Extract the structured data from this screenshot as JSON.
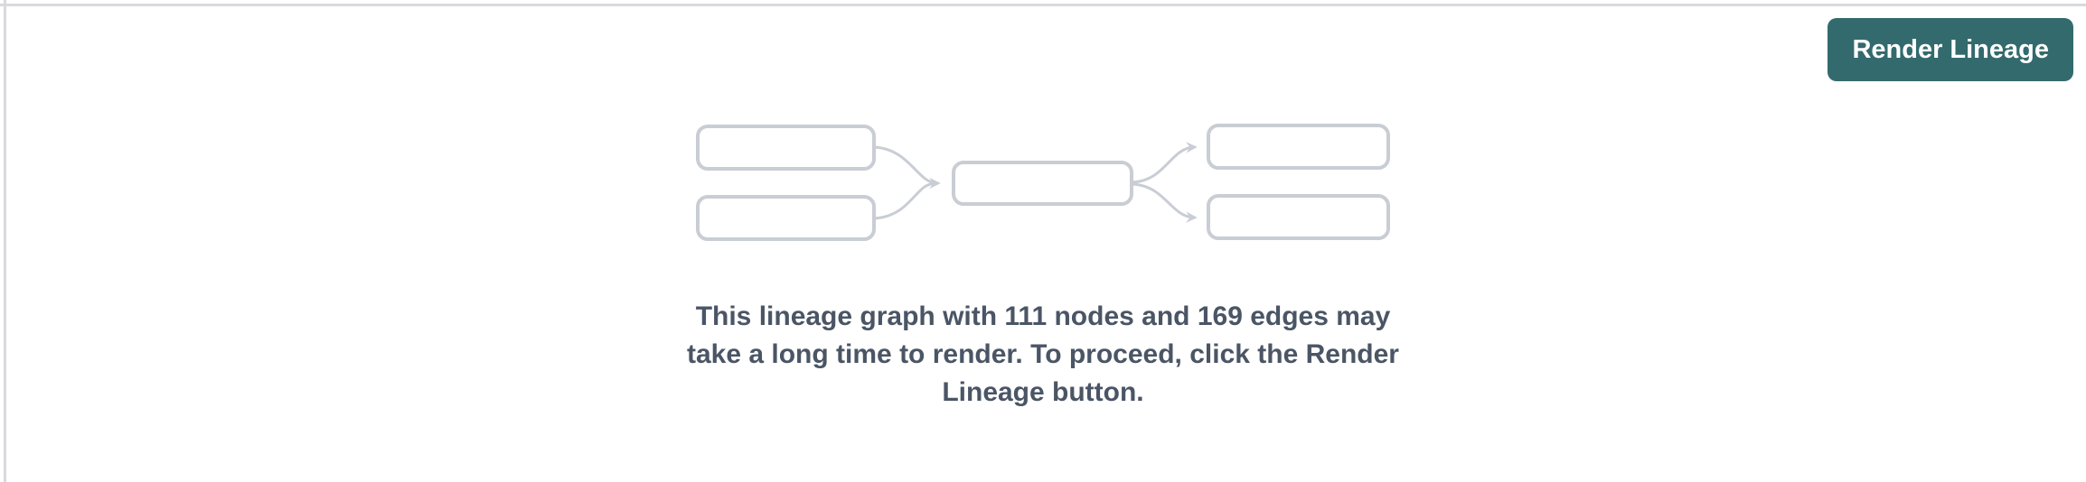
{
  "toolbar": {
    "render_lineage_label": "Render Lineage"
  },
  "lineage_prompt": {
    "message": "This lineage graph with 111 nodes and 169 edges may take a long time to render. To proceed, click the Render Lineage button.",
    "node_count": "111",
    "edge_count": "169"
  },
  "colors": {
    "accent": "#336a6d",
    "box-border": "#c9cdd4",
    "message-text": "#4a5565",
    "divider": "#d9d9de"
  }
}
